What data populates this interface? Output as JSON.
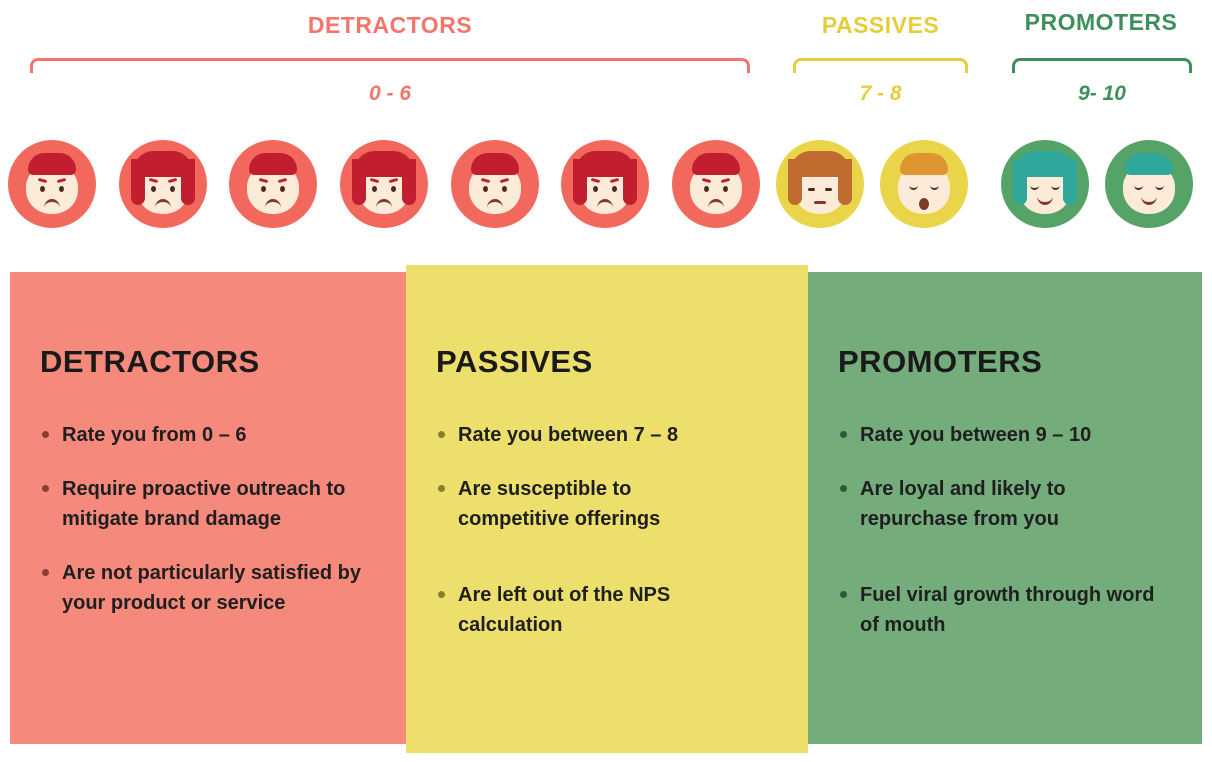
{
  "colors": {
    "detractor_accent": "#F4756B",
    "detractor_panel": "#F5897B",
    "detractor_circle": "#F2685D",
    "detractor_hair": "#C11F30",
    "passive_accent": "#E3CE3B",
    "passive_panel": "#EDDF6C",
    "passive_circle": "#E9D44A",
    "promoter_accent": "#3E8F5B",
    "promoter_panel": "#74AC7C",
    "promoter_circle": "#55A366",
    "promoter_hair": "#2FA79A",
    "text": "#1F1F1F"
  },
  "header": {
    "groups": [
      {
        "label": "DETRACTORS",
        "range": "0 - 6"
      },
      {
        "label": "PASSIVES",
        "range": "7 - 8"
      },
      {
        "label": "PROMOTERS",
        "range": "9- 10"
      }
    ]
  },
  "faces": [
    {
      "group": "detractors",
      "icon": "sad-male-face-icon"
    },
    {
      "group": "detractors",
      "icon": "sad-female-face-icon"
    },
    {
      "group": "detractors",
      "icon": "sad-male-face-icon"
    },
    {
      "group": "detractors",
      "icon": "sad-female-face-icon"
    },
    {
      "group": "detractors",
      "icon": "sad-male-face-icon"
    },
    {
      "group": "detractors",
      "icon": "sad-female-face-icon"
    },
    {
      "group": "detractors",
      "icon": "sad-male-face-icon"
    },
    {
      "group": "passives",
      "icon": "neutral-female-face-icon"
    },
    {
      "group": "passives",
      "icon": "surprised-male-face-icon"
    },
    {
      "group": "promoters",
      "icon": "happy-female-face-icon"
    },
    {
      "group": "promoters",
      "icon": "happy-male-face-icon"
    }
  ],
  "panels": [
    {
      "title": "DETRACTORS",
      "bullets": [
        "Rate you from 0 – 6",
        "Require proactive outreach to mitigate brand damage",
        "Are not particularly satisfied by your product or service"
      ]
    },
    {
      "title": "PASSIVES",
      "bullets": [
        "Rate you between 7 – 8",
        "Are susceptible to competitive offerings",
        "Are left out of the NPS calculation"
      ]
    },
    {
      "title": "PROMOTERS",
      "bullets": [
        "Rate you between 9 – 10",
        "Are loyal and likely to repurchase from you",
        "Fuel viral growth through word of mouth"
      ]
    }
  ]
}
